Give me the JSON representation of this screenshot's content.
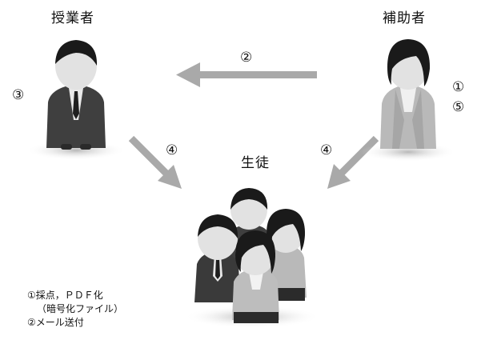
{
  "actors": {
    "teacher": {
      "label": "授業者",
      "step": "③"
    },
    "assistant": {
      "label": "補助者",
      "steps": [
        "①",
        "⑤"
      ]
    },
    "students": {
      "label": "生徒"
    }
  },
  "arrows": {
    "assistant_to_teacher": "②",
    "teacher_to_students": "④",
    "assistant_to_students": "④"
  },
  "legend": {
    "line1": "①採点，ＰＤＦ化",
    "line2": "（暗号化ファイル）",
    "line3": "②メール送付"
  },
  "colors": {
    "arrow": "#a9a9a9",
    "suit_dark": "#3f3f3f",
    "suit_light": "#b9b9b9",
    "skin": "#e2e2e2"
  }
}
